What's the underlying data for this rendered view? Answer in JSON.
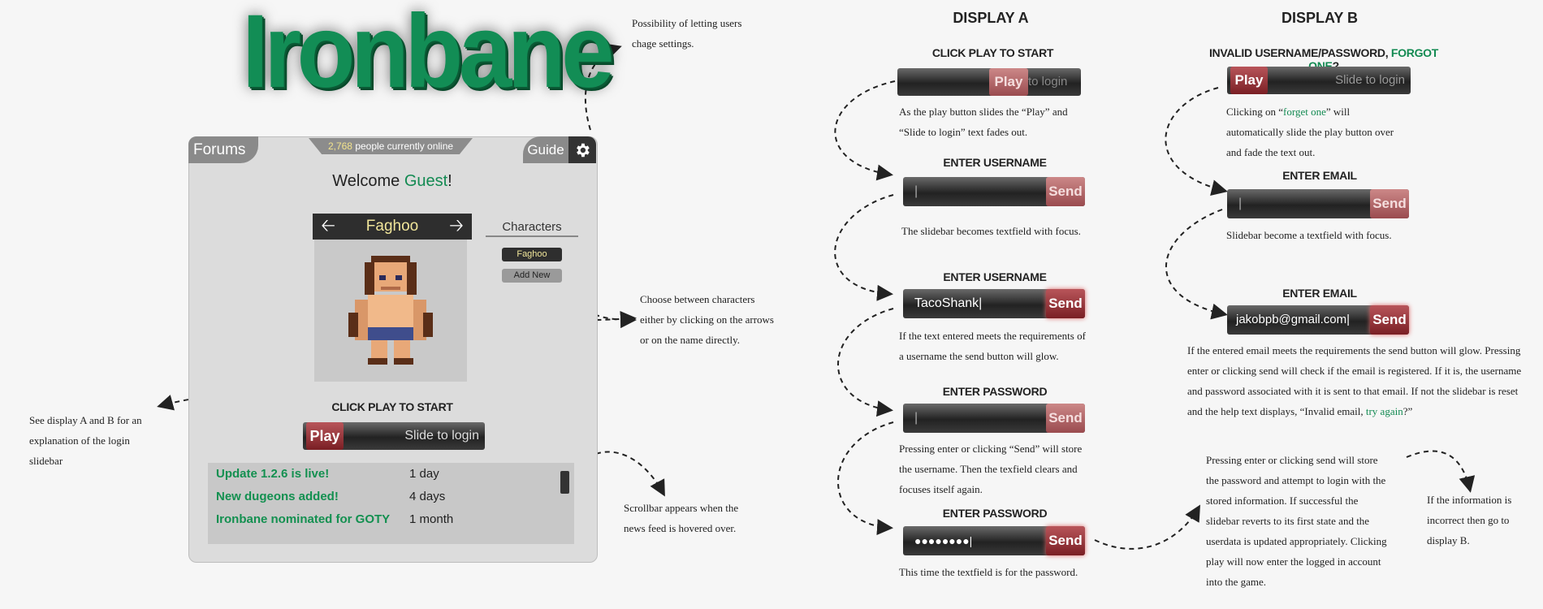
{
  "logo": {
    "text": "Ironbane"
  },
  "panel": {
    "forums_tab": "Forums",
    "online_count": "2,768",
    "online_text": "people currently online",
    "guide_tab": "Guide",
    "welcome": "Welcome",
    "welcome_name": "Guest",
    "welcome_end": "!",
    "character_name": "Faghoo",
    "characters_heading": "Characters",
    "character_items": [
      "Faghoo"
    ],
    "add_new": "Add New",
    "login_heading": "CLICK PLAY TO START",
    "play_label": "Play",
    "slide_text": "Slide to login",
    "news": [
      {
        "title": "Update 1.2.6 is live!",
        "time": "1 day"
      },
      {
        "title": "New dugeons added!",
        "time": "4 days"
      },
      {
        "title": "Ironbane nominated for GOTY",
        "time": "1 month"
      }
    ]
  },
  "notes": {
    "settings": "Possibility of letting users chage settings.",
    "characters": "Choose between characters either by clicking on the arrows or on the name directly.",
    "display_ref": "See display A and B for an explanation of the login slidebar",
    "scrollbar": "Scrollbar appears when the news feed is hovered over."
  },
  "display_a": {
    "title": "DISPLAY A",
    "steps": [
      {
        "heading": "CLICK PLAY TO START",
        "button": "Play",
        "field": "to login",
        "note": "As the play button slides the “Play” and “Slide to login” text fades out."
      },
      {
        "heading": "ENTER USERNAME",
        "button": "Send",
        "field": "|",
        "note": "The slidebar becomes textfield with focus."
      },
      {
        "heading": "ENTER USERNAME",
        "button": "Send",
        "field": "TacoShank|",
        "note": "If the text entered meets the requirements of a username the send button will glow."
      },
      {
        "heading": "ENTER PASSWORD",
        "button": "Send",
        "field": "|",
        "note": "Pressing enter or clicking “Send” will store the username. Then the texfield clears and focuses itself again."
      },
      {
        "heading": "ENTER PASSWORD",
        "button": "Send",
        "field": "●●●●●●●●|",
        "note": "This time the textfield is for the password."
      }
    ],
    "final_note": "Pressing enter or clicking send will store the password and attempt to login with the stored information. If successful the slidebar reverts to its first state and the userdata is updated appropriately. Clicking play will now enter the logged in account into the game.",
    "fail_note": "If the information is incorrect then go to display B."
  },
  "display_b": {
    "title": "DISPLAY B",
    "steps": [
      {
        "heading": "INVALID USERNAME/PASSWORD,",
        "heading_link": "FORGOT ONE",
        "heading_end": "?",
        "button": "Play",
        "field": "Slide to login",
        "note_pre": "Clicking on “",
        "note_link": "forget one",
        "note_post": "” will automatically slide the play button over and fade the text out."
      },
      {
        "heading": "ENTER EMAIL",
        "button": "Send",
        "field": "|",
        "note": "Slidebar become a textfield with focus."
      },
      {
        "heading": "ENTER EMAIL",
        "button": "Send",
        "field": "jakobpb@gmail.com|"
      }
    ],
    "final_pre": "If the entered email meets the requirements the send button will glow. Pressing enter or clicking send will check if the email is registered. If it is, the username and password associated with it is sent to that email. If not the slidebar is reset and the help text displays, “Invalid email,",
    "final_link": "try again",
    "final_end": "?”"
  },
  "colors": {
    "accent_green": "#138a52",
    "play_red": "#8e2c31",
    "panel_bg": "#dcdcdc"
  }
}
